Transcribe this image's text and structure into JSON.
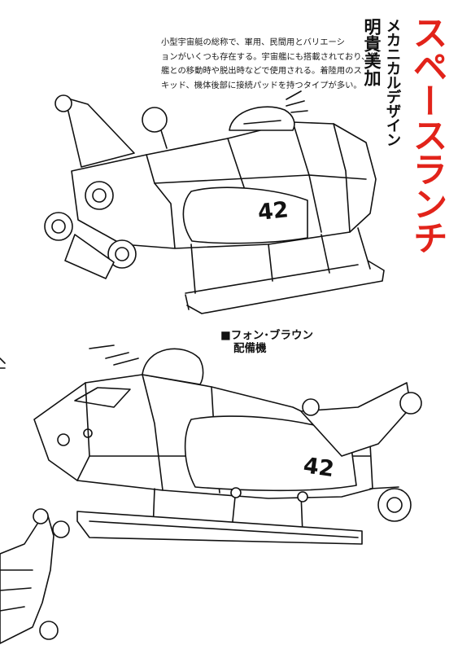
{
  "header": {
    "title": "スペースランチ",
    "designer_role": "メカニカルデザイン",
    "designer_name": "明貴美加"
  },
  "description": {
    "lines": [
      "小型宇宙艇の総称で、軍用、民間用とバリエーシ",
      "ョンがいくつも存在する。宇宙艦にも搭載されており、僚",
      "艦との移動時や脱出時などで使用される。着陸用のス",
      "キッド、機体後部に接続パッドを持つタイプが多い。"
    ]
  },
  "caption": {
    "line1": "■フォン･ブラウン",
    "line2": "配備機"
  },
  "illustrations": {
    "top_hull_number": "42",
    "bottom_hull_number": "42"
  },
  "colors": {
    "title": "#e2231a",
    "ink": "#111111",
    "paper": "#ffffff"
  }
}
